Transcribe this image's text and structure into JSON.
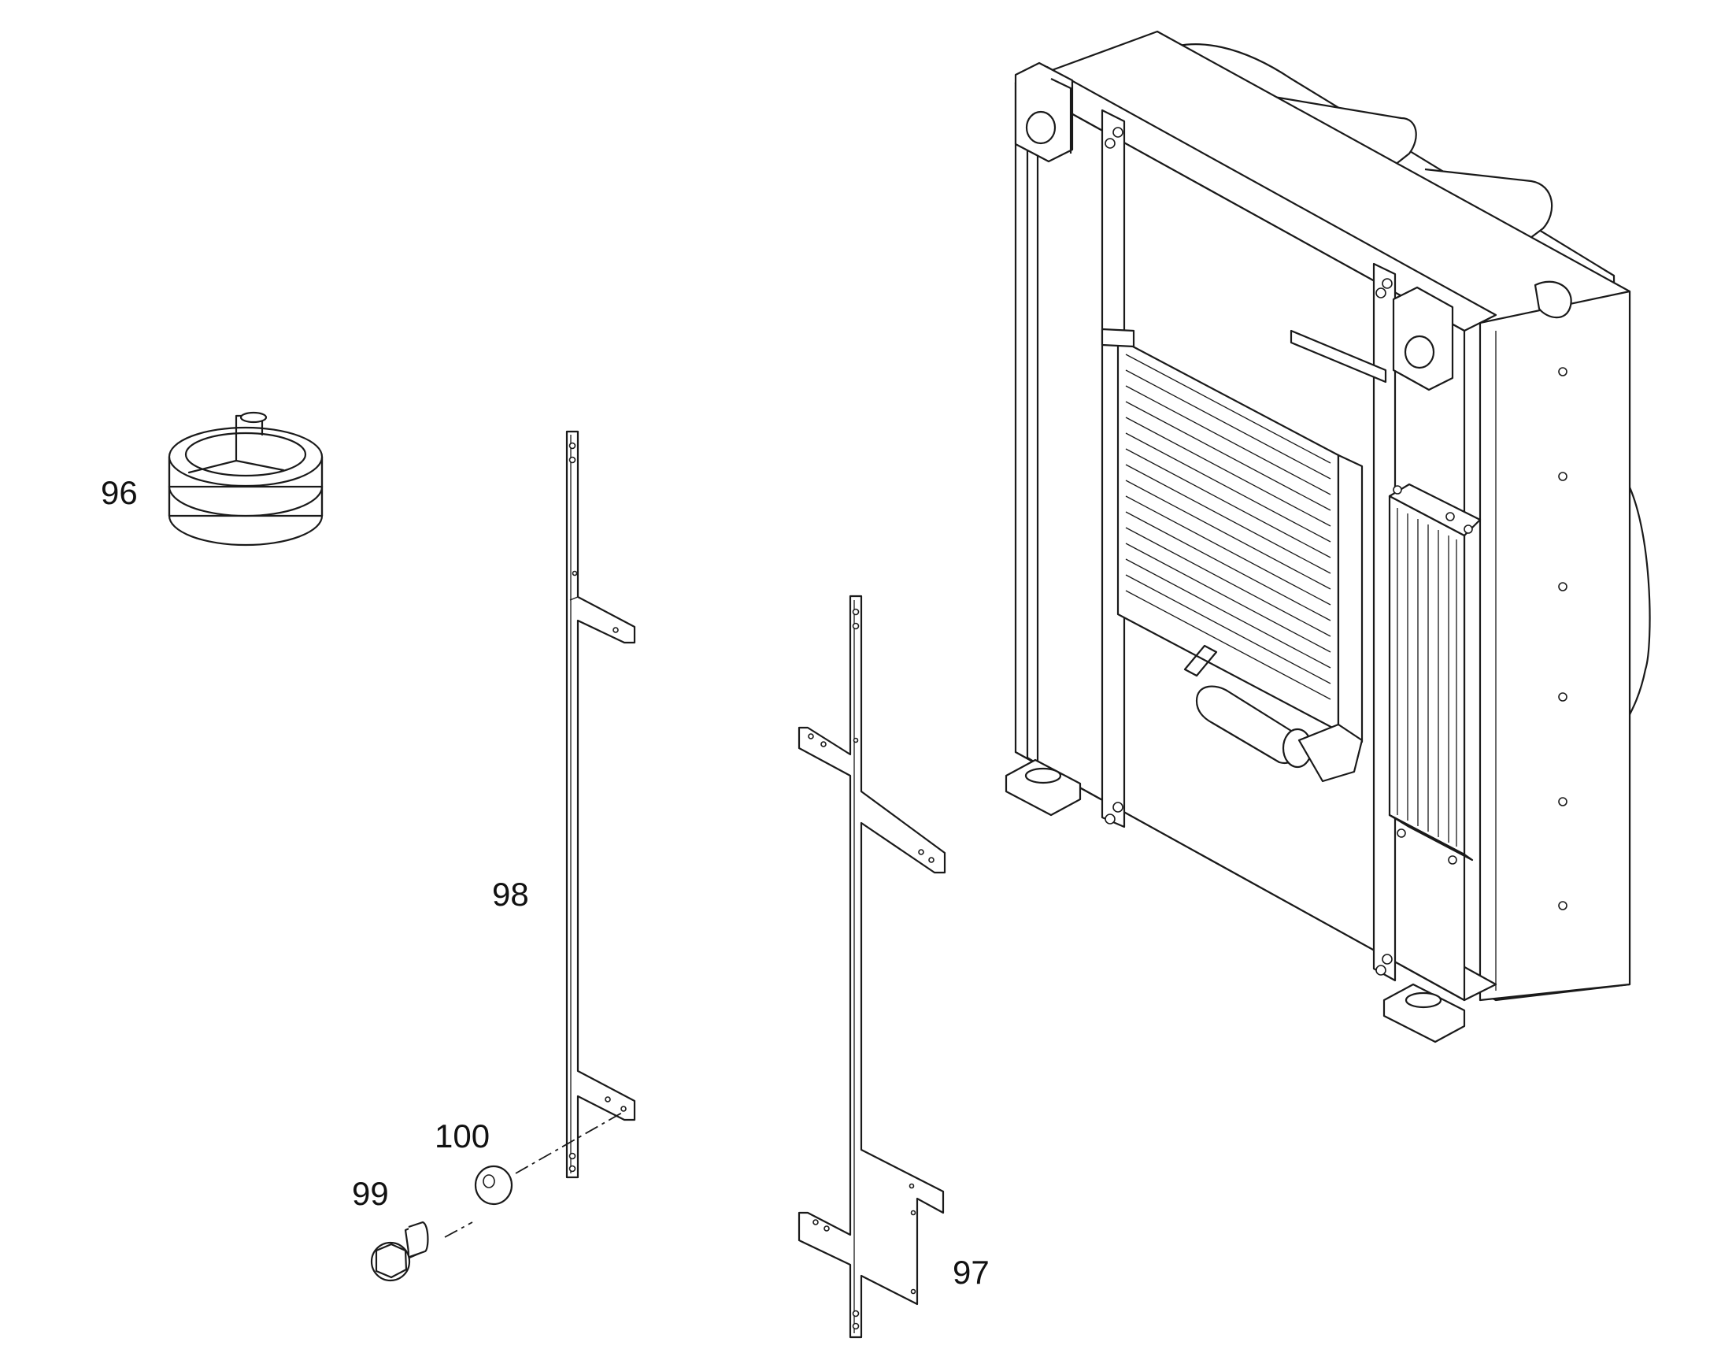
{
  "callouts": {
    "c96": "96",
    "c97": "97",
    "c98": "98",
    "c99": "99",
    "c100": "100"
  },
  "colors": {
    "line": "#1a1a1a",
    "background": "#ffffff"
  }
}
